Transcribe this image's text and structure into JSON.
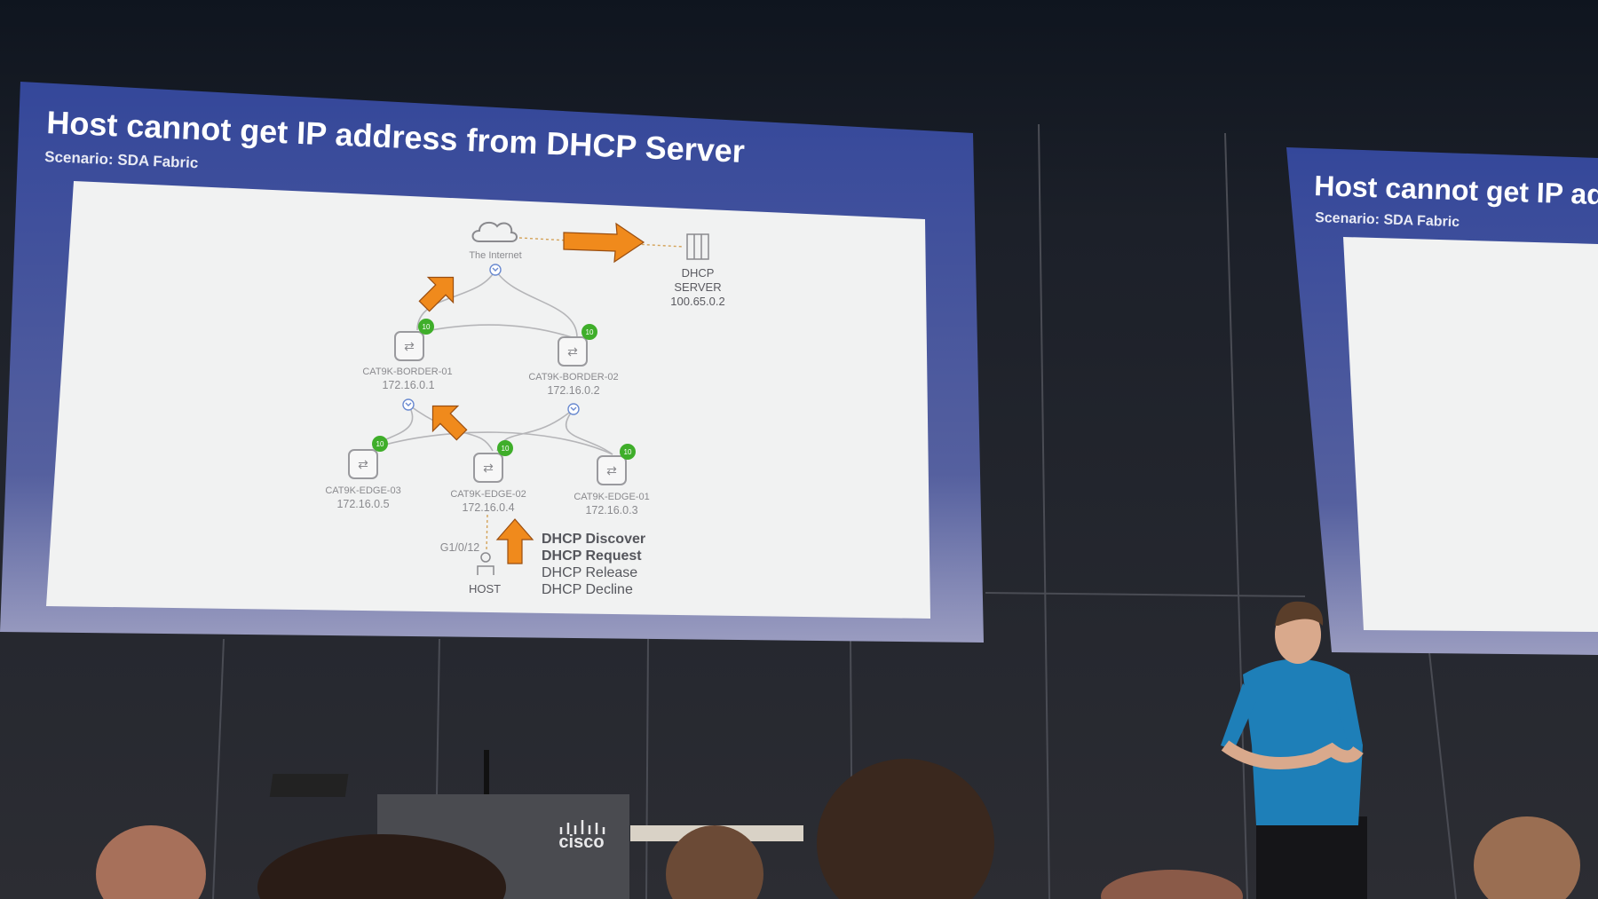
{
  "main_slide": {
    "title": "Host cannot get IP address from DHCP Server",
    "subtitle": "Scenario: SDA Fabric",
    "diagram": {
      "internet_label": "The Internet",
      "dhcp_server": {
        "line1": "DHCP",
        "line2": "SERVER",
        "ip": "100.65.0.2"
      },
      "devices": [
        {
          "name": "CAT9K-BORDER-01",
          "ip": "172.16.0.1",
          "badge": "10"
        },
        {
          "name": "CAT9K-BORDER-02",
          "ip": "172.16.0.2",
          "badge": "10"
        },
        {
          "name": "CAT9K-EDGE-03",
          "ip": "172.16.0.5",
          "badge": "10"
        },
        {
          "name": "CAT9K-EDGE-02",
          "ip": "172.16.0.4",
          "badge": "10"
        },
        {
          "name": "CAT9K-EDGE-01",
          "ip": "172.16.0.3",
          "badge": "10"
        }
      ],
      "host_port": "G1/0/12",
      "host_label": "HOST",
      "messages": [
        "DHCP Discover",
        "DHCP Request",
        "DHCP Release",
        "DHCP Decline"
      ]
    }
  },
  "side_slide": {
    "title": "Host cannot get IP ad",
    "subtitle": "Scenario: SDA Fabric"
  },
  "podium_logo": "cisco",
  "colors": {
    "arrow": "#f08a1c",
    "badge": "#3fae2a",
    "slide_blue": "#34479a"
  }
}
